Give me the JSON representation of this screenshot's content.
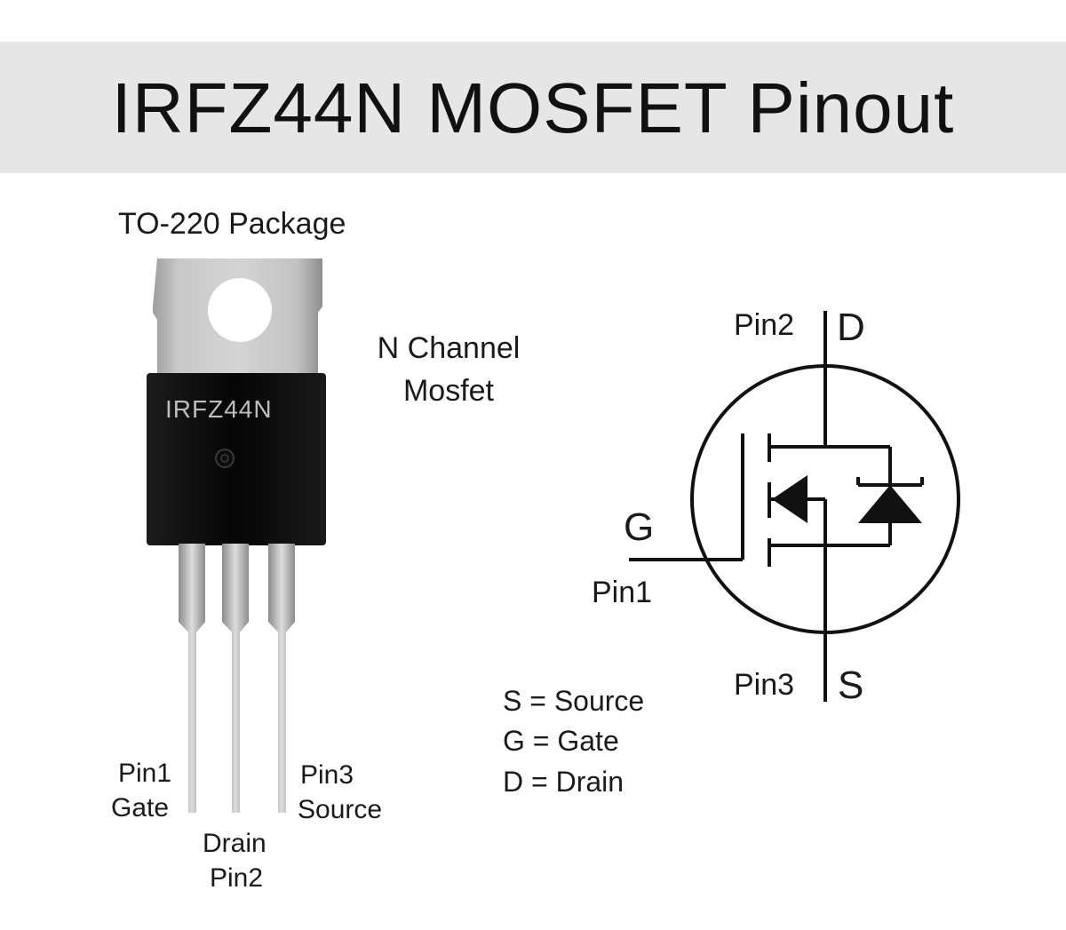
{
  "title": "IRFZ44N MOSFET Pinout",
  "package": {
    "name": "TO-220 Package",
    "marking": "IRFZ44N",
    "type_line1": "N Channel",
    "type_line2": "Mosfet",
    "pins": {
      "pin1_num": "Pin1",
      "pin1_name": "Gate",
      "pin2_name": "Drain",
      "pin2_num": "Pin2",
      "pin3_num": "Pin3",
      "pin3_name": "Source"
    }
  },
  "symbol": {
    "pin2_label": "Pin2",
    "drain_letter": "D",
    "gate_letter": "G",
    "pin1_label": "Pin1",
    "pin3_label": "Pin3",
    "source_letter": "S"
  },
  "legend": [
    "S = Source",
    "G = Gate",
    "D = Drain"
  ],
  "colors": {
    "banner": "#e6e6e6",
    "tab_metal": "#b8b8b8",
    "body_black": "#0d0d0d",
    "lead_metal": "#bdbdbd",
    "line": "#111111"
  }
}
